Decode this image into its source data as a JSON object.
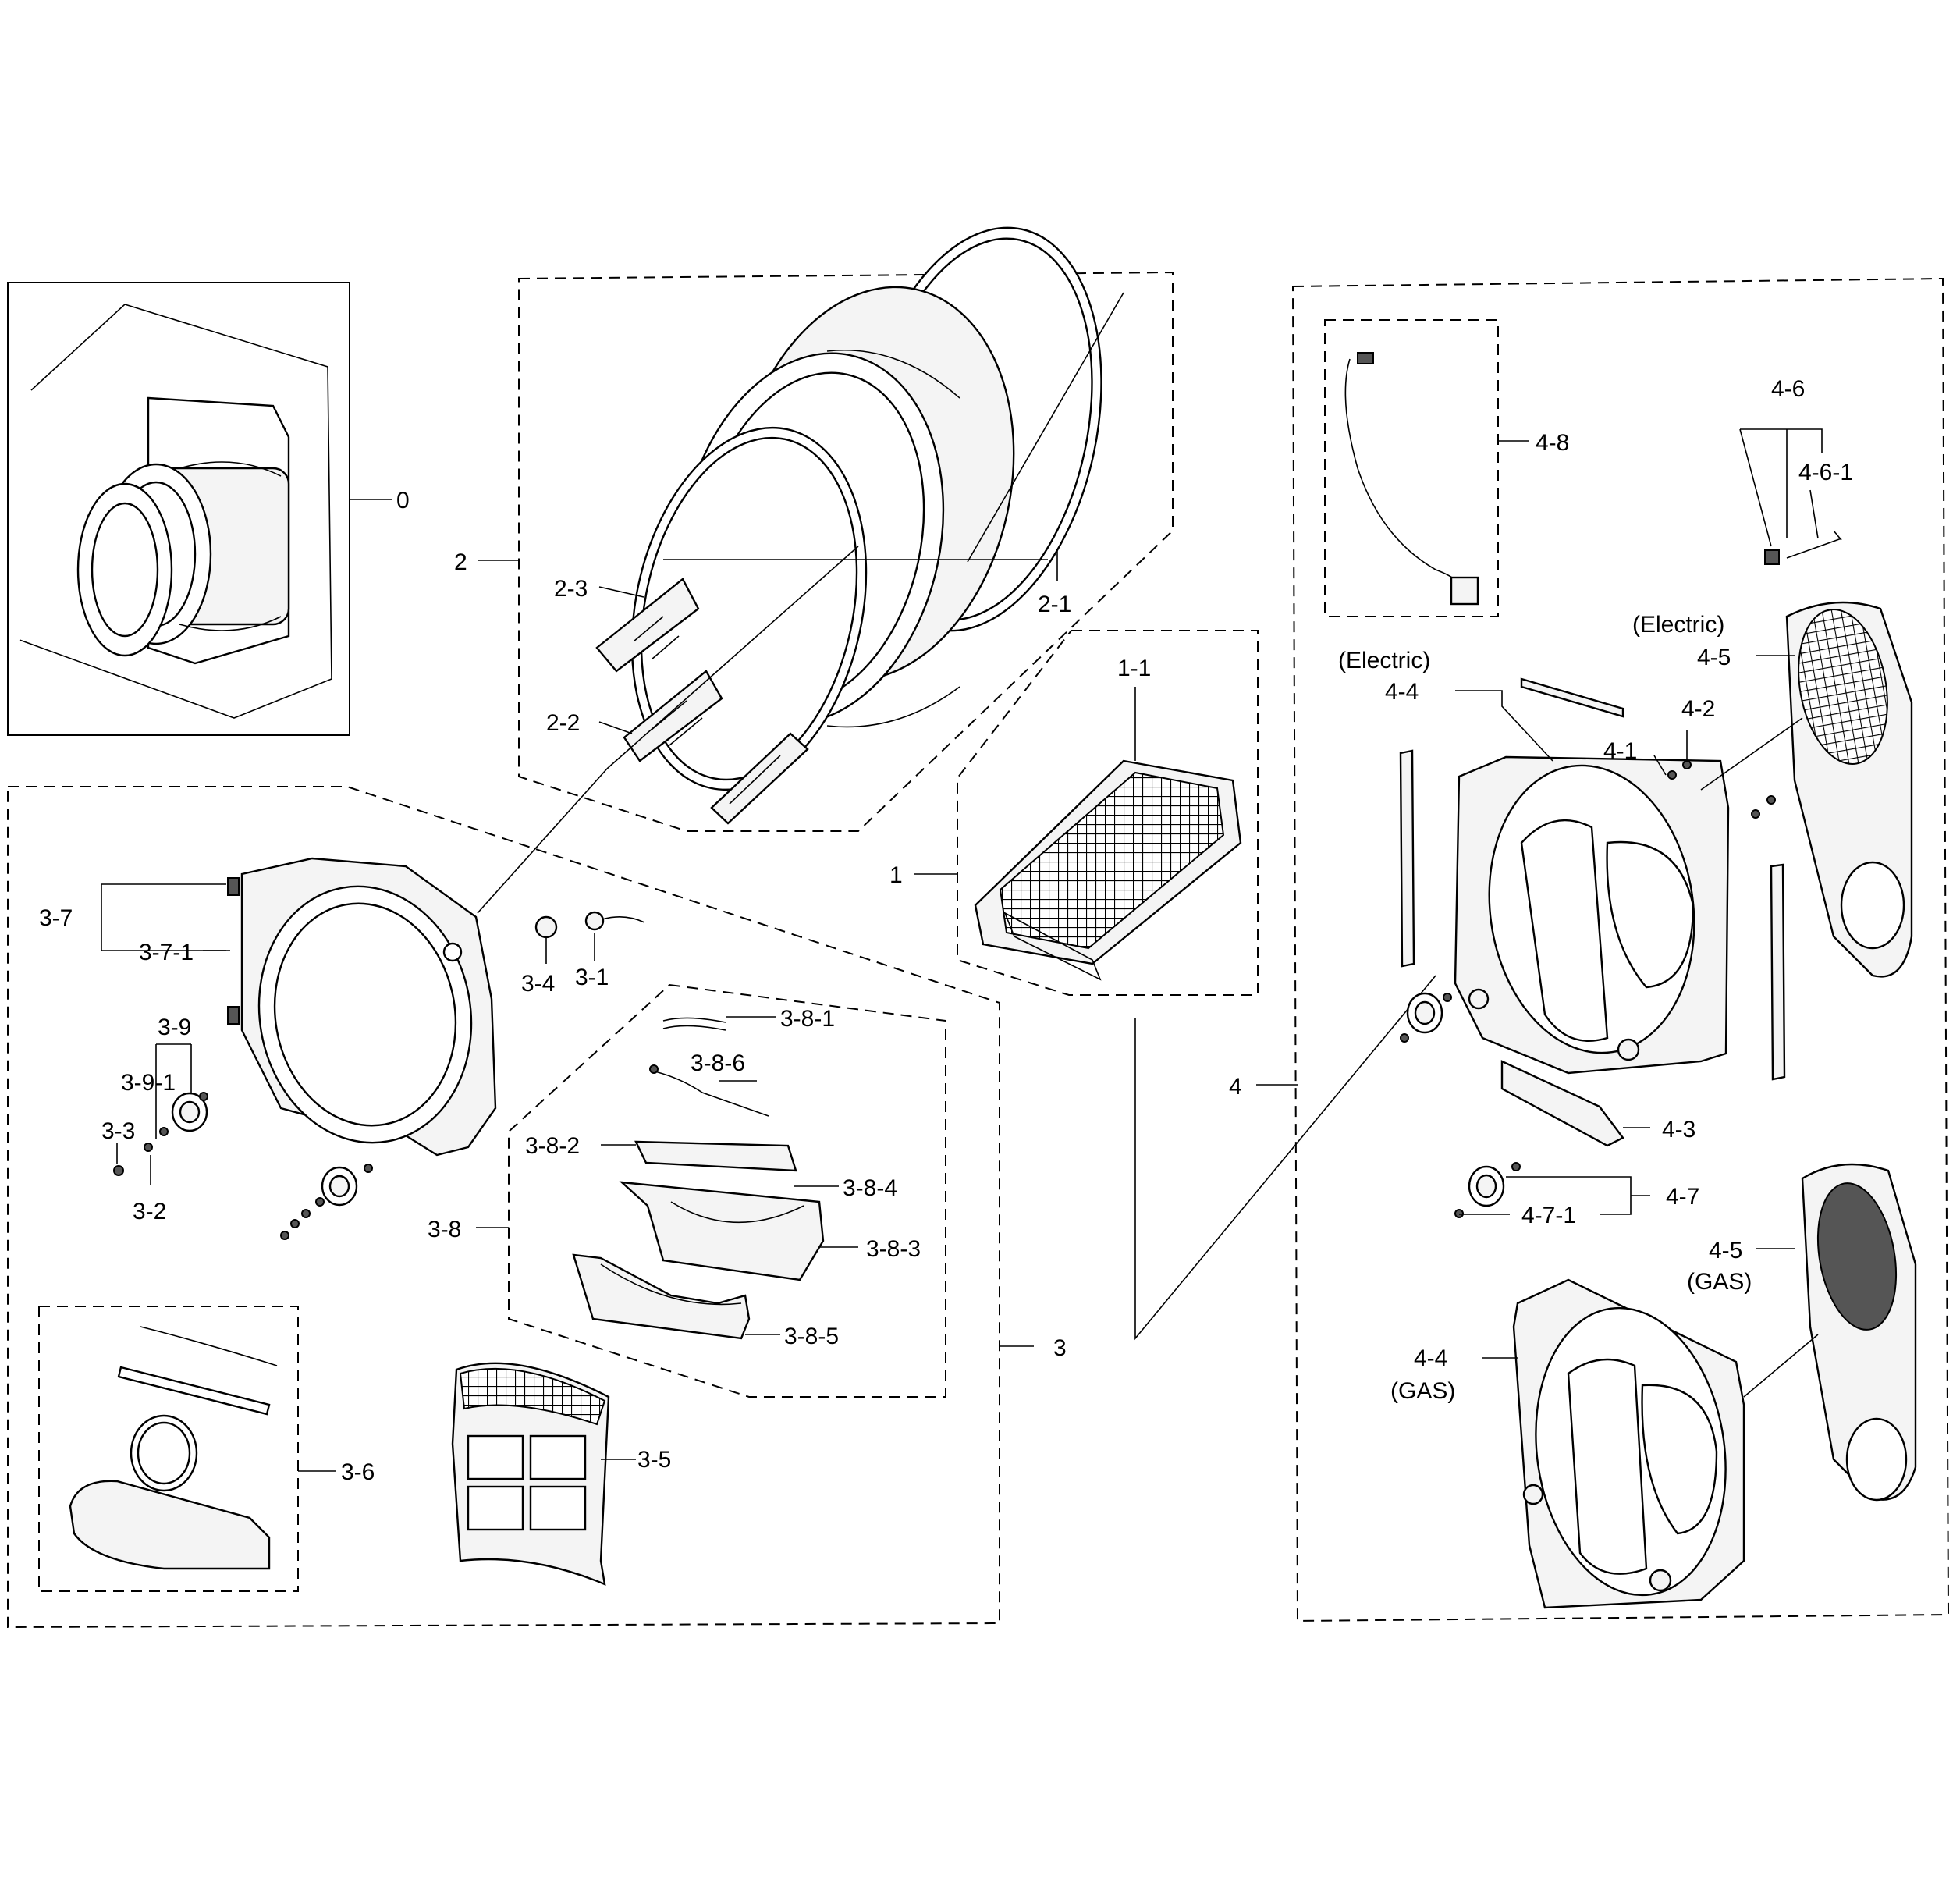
{
  "labels": {
    "l0": "0",
    "l1": "1",
    "l1_1": "1-1",
    "l2": "2",
    "l2_1": "2-1",
    "l2_2": "2-2",
    "l2_3": "2-3",
    "l3": "3",
    "l3_1": "3-1",
    "l3_2": "3-2",
    "l3_3": "3-3",
    "l3_4": "3-4",
    "l3_5": "3-5",
    "l3_6": "3-6",
    "l3_7": "3-7",
    "l3_7_1": "3-7-1",
    "l3_8": "3-8",
    "l3_8_1": "3-8-1",
    "l3_8_2": "3-8-2",
    "l3_8_3": "3-8-3",
    "l3_8_4": "3-8-4",
    "l3_8_5": "3-8-5",
    "l3_8_6": "3-8-6",
    "l3_9": "3-9",
    "l3_9_1": "3-9-1",
    "l4": "4",
    "l4_1": "4-1",
    "l4_2": "4-2",
    "l4_3": "4-3",
    "l4_4": "4-4",
    "l4_4_gas": "4-4",
    "l4_5": "4-5",
    "l4_5_gas": "4-5",
    "l4_6": "4-6",
    "l4_6_1": "4-6-1",
    "l4_7": "4-7",
    "l4_7_1": "4-7-1",
    "l4_8": "4-8",
    "electric_a": "(Electric)",
    "electric_b": "(Electric)",
    "gas_a": "(GAS)",
    "gas_b": "(GAS)"
  }
}
